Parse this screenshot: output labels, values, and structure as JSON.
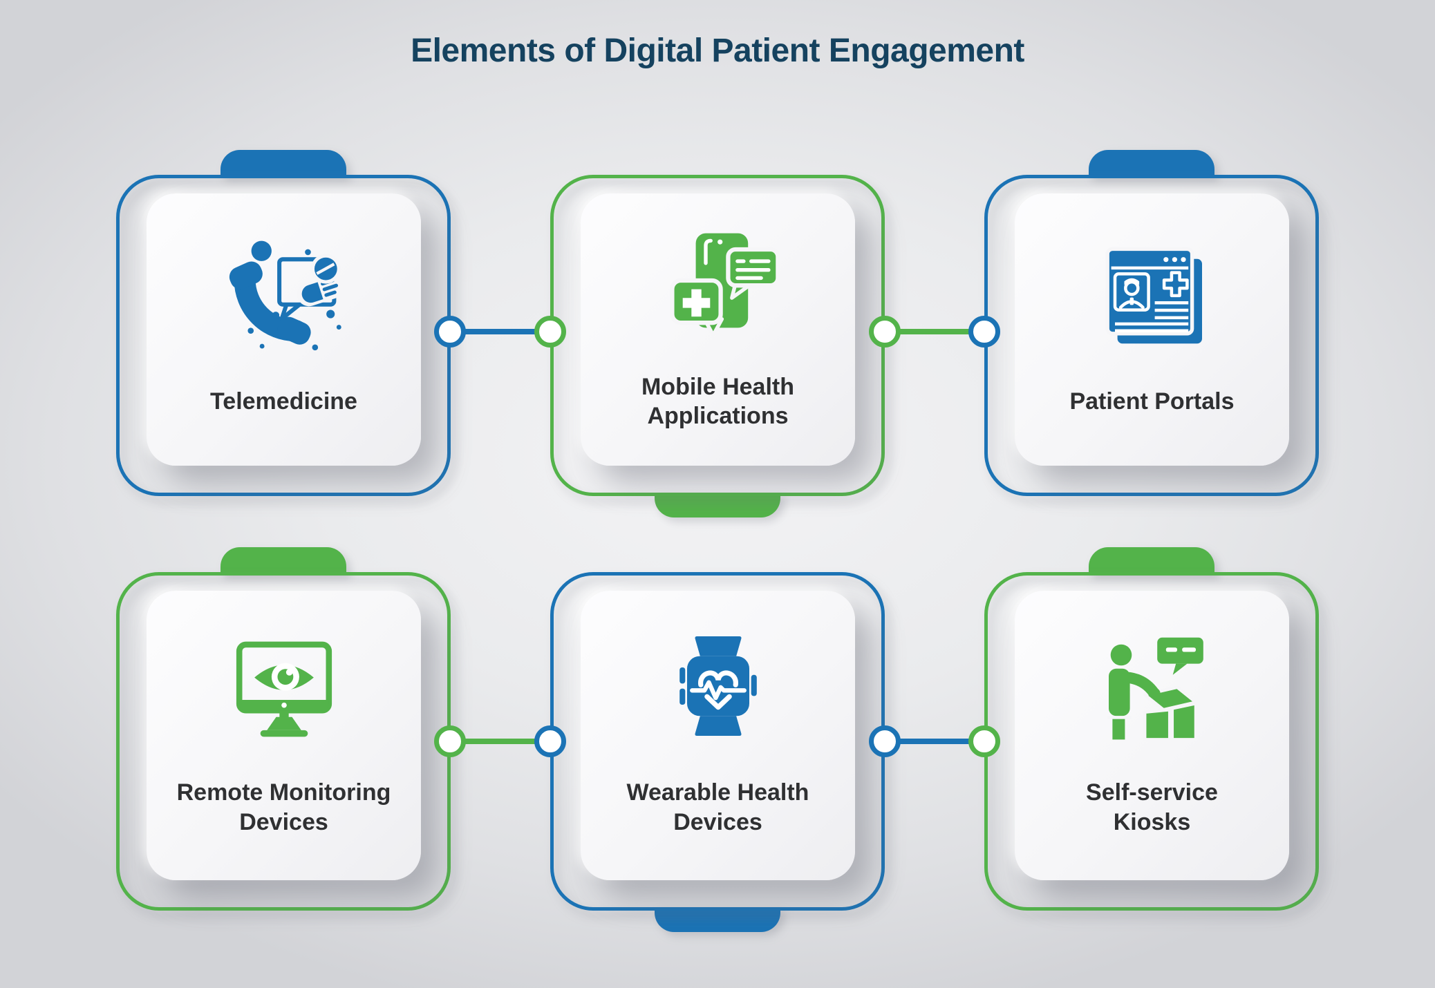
{
  "title": "Elements of Digital Patient Engagement",
  "colors": {
    "blue": "#1b73b5",
    "green": "#53b34a",
    "title": "#15425f",
    "label": "#2f3032",
    "cardbg": "#f6f6f8",
    "pagebg": "#e4e5e8"
  },
  "cards": [
    {
      "id": "telemedicine",
      "label_line1": "Telemedicine",
      "label_line2": "",
      "accent": "blue",
      "tab_position": "top",
      "icon": "telemedicine-phone-icon"
    },
    {
      "id": "mobile-health-applications",
      "label_line1": "Mobile Health",
      "label_line2": "Applications",
      "accent": "green",
      "tab_position": "bottom",
      "icon": "mobile-health-chat-icon"
    },
    {
      "id": "patient-portals",
      "label_line1": "Patient Portals",
      "label_line2": "",
      "accent": "blue",
      "tab_position": "top",
      "icon": "patient-portal-icon"
    },
    {
      "id": "remote-monitoring-devices",
      "label_line1": "Remote Monitoring",
      "label_line2": "Devices",
      "accent": "green",
      "tab_position": "top",
      "icon": "monitor-eye-icon"
    },
    {
      "id": "wearable-health-devices",
      "label_line1": "Wearable Health",
      "label_line2": "Devices",
      "accent": "blue",
      "tab_position": "bottom",
      "icon": "smartwatch-heart-icon"
    },
    {
      "id": "self-service-kiosks",
      "label_line1": "Self-service",
      "label_line2": "Kiosks",
      "accent": "green",
      "tab_position": "top",
      "icon": "kiosk-person-icon"
    }
  ],
  "connectors": [
    {
      "from": "telemedicine",
      "to": "mobile-health-applications",
      "line_color": "blue",
      "left_dot": "blue",
      "right_dot": "green"
    },
    {
      "from": "mobile-health-applications",
      "to": "patient-portals",
      "line_color": "green",
      "left_dot": "green",
      "right_dot": "blue"
    },
    {
      "from": "remote-monitoring-devices",
      "to": "wearable-health-devices",
      "line_color": "green",
      "left_dot": "green",
      "right_dot": "blue"
    },
    {
      "from": "wearable-health-devices",
      "to": "self-service-kiosks",
      "line_color": "blue",
      "left_dot": "blue",
      "right_dot": "green"
    }
  ]
}
